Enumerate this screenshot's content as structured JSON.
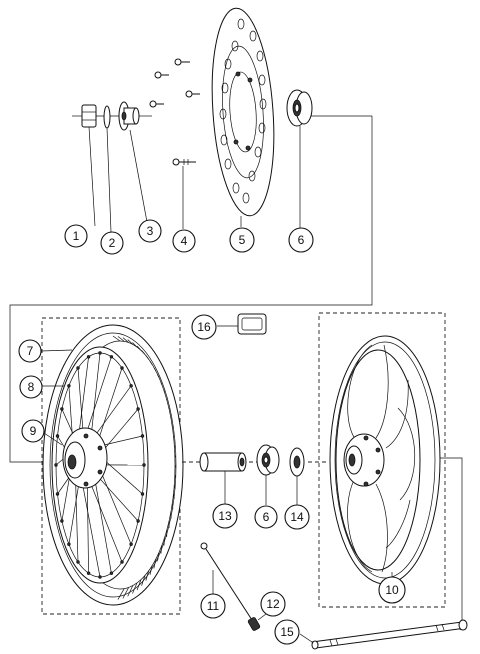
{
  "callouts": [
    {
      "id": "callout-1",
      "label": "1"
    },
    {
      "id": "callout-2",
      "label": "2"
    },
    {
      "id": "callout-3",
      "label": "3"
    },
    {
      "id": "callout-4",
      "label": "4"
    },
    {
      "id": "callout-5",
      "label": "5"
    },
    {
      "id": "callout-6-top",
      "label": "6"
    },
    {
      "id": "callout-7",
      "label": "7"
    },
    {
      "id": "callout-8",
      "label": "8"
    },
    {
      "id": "callout-9",
      "label": "9"
    },
    {
      "id": "callout-10",
      "label": "10"
    },
    {
      "id": "callout-11",
      "label": "11"
    },
    {
      "id": "callout-12",
      "label": "12"
    },
    {
      "id": "callout-13",
      "label": "13"
    },
    {
      "id": "callout-6-bottom",
      "label": "6"
    },
    {
      "id": "callout-14",
      "label": "14"
    },
    {
      "id": "callout-15",
      "label": "15"
    },
    {
      "id": "callout-16",
      "label": "16"
    }
  ]
}
